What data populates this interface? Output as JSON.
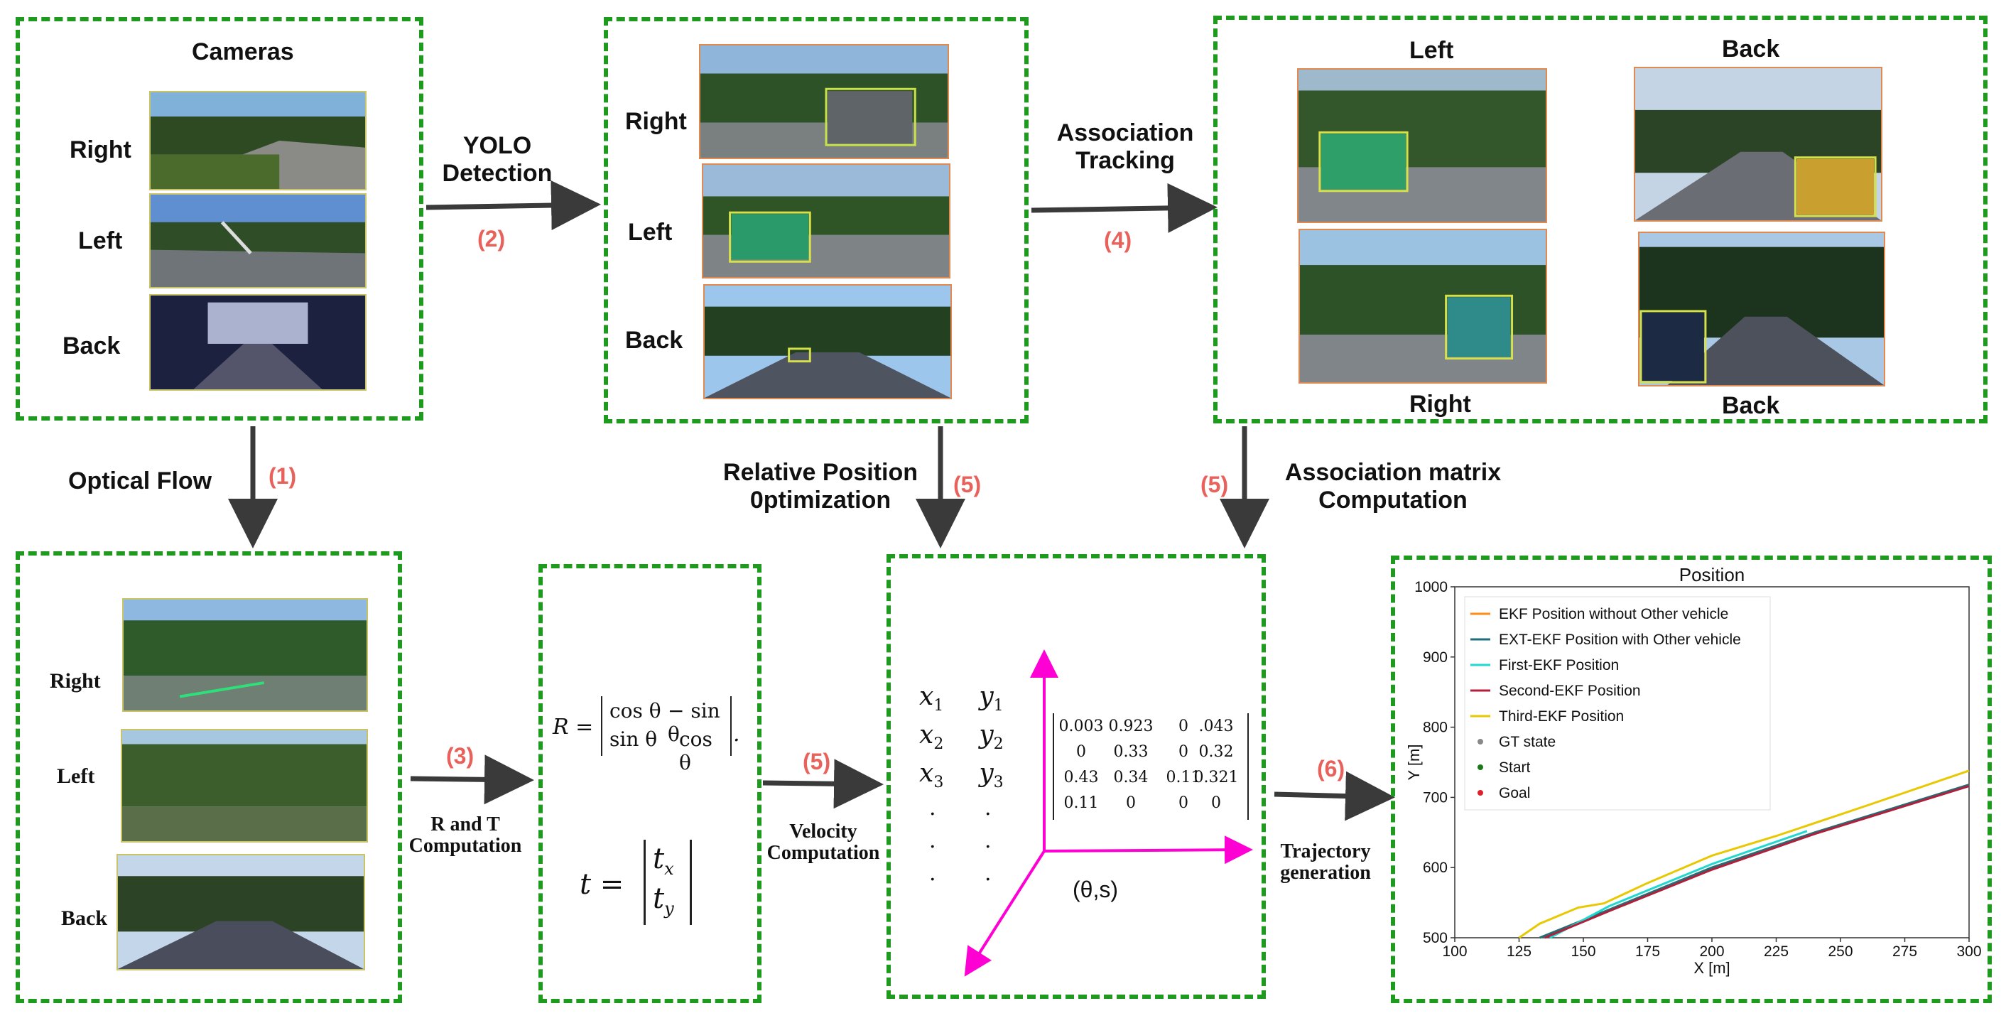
{
  "cameras": {
    "title": "Cameras",
    "right": "Right",
    "left": "Left",
    "back": "Back"
  },
  "yolo": {
    "right": "Right",
    "left": "Left",
    "back": "Back"
  },
  "assoc": {
    "left": "Left",
    "back_top": "Back",
    "right": "Right",
    "back_bottom": "Back"
  },
  "flow": {
    "right": "Right",
    "left": "Left",
    "back": "Back"
  },
  "edges": {
    "yolo_line1": "YOLO",
    "yolo_line2": "Detection",
    "yolo_step": "(2)",
    "assoc_line1": "Association",
    "assoc_line2": "Tracking",
    "assoc_step": "(4)",
    "optical": "Optical  Flow",
    "optical_step": "(1)",
    "relpos_line1": "Relative Position",
    "relpos_line2": "0ptimization",
    "relpos_step": "(5)",
    "matrix_line1": "Association matrix",
    "matrix_line2": "Computation",
    "matrix_step": "(5)",
    "rt_line1": "R  and  T",
    "rt_line2": "Computation",
    "rt_step": "(3)",
    "vel_line1": "Velocity",
    "vel_line2": "Computation",
    "vel_step": "(5)",
    "traj_line1": "Trajectory",
    "traj_line2": "generation",
    "traj_step": "(6)"
  },
  "equations": {
    "r_lhs": "R =",
    "r_m11": "cos θ",
    "r_m12": "− sin θ",
    "r_m21": "sin θ",
    "r_m22": "cos θ",
    "r_end": ".",
    "t_lhs": "t =",
    "t_1": "t",
    "t_1s": "x",
    "t_2": "t",
    "t_2s": "y"
  },
  "coords": {
    "rows": [
      [
        "x",
        "1",
        "y",
        "1"
      ],
      [
        "x",
        "2",
        "y",
        "2"
      ],
      [
        "x",
        "3",
        "y",
        "3"
      ]
    ],
    "dots": ".",
    "matrix": [
      [
        "0.003",
        "0.923",
        "0",
        ".043"
      ],
      [
        "0",
        "0.33",
        "0",
        "0.32"
      ],
      [
        "0.43",
        "0.34",
        "0.11",
        "0.321"
      ],
      [
        "0.11",
        "0",
        "0",
        "0"
      ]
    ],
    "axis_label": "(θ,s)",
    "axis_color": "#ff00d4"
  },
  "chart_data": {
    "type": "line",
    "title": "Position",
    "xlabel": "X [m]",
    "ylabel": "Y [m]",
    "xlim": [
      100,
      300
    ],
    "ylim": [
      500,
      1000
    ],
    "xticks": [
      100,
      125,
      150,
      175,
      200,
      225,
      250,
      275,
      300
    ],
    "yticks": [
      500,
      600,
      700,
      800,
      900,
      1000
    ],
    "legend_position": "top-left",
    "grid": false,
    "series": [
      {
        "name": "EKF Position without Other vehicle",
        "color": "#ff8c1a",
        "x": [
          133,
          160,
          200,
          240,
          300
        ],
        "y": [
          500,
          540,
          600,
          650,
          718
        ]
      },
      {
        "name": "EXT-EKF Position with Other vehicle",
        "color": "#1f6f7a",
        "x": [
          133,
          160,
          200,
          240,
          300
        ],
        "y": [
          500,
          540,
          600,
          650,
          718
        ]
      },
      {
        "name": "First-EKF Position",
        "color": "#20d8d0",
        "x": [
          137,
          160,
          200,
          237
        ],
        "y": [
          500,
          545,
          605,
          652
        ]
      },
      {
        "name": "Second-EKF Position",
        "color": "#b0203a",
        "x": [
          135,
          160,
          200,
          240,
          300
        ],
        "y": [
          500,
          538,
          597,
          648,
          716
        ]
      },
      {
        "name": "Third-EKF Position",
        "color": "#e8c800",
        "x": [
          125,
          133,
          148,
          158,
          175,
          200,
          225,
          260,
          300
        ],
        "y": [
          500,
          520,
          543,
          549,
          578,
          617,
          645,
          688,
          738
        ]
      },
      {
        "name": "GT state",
        "color": "#888888",
        "marker": "dot",
        "x": [],
        "y": []
      },
      {
        "name": "Start",
        "color": "#1a7a1a",
        "marker": "dot",
        "x": [],
        "y": []
      },
      {
        "name": "Goal",
        "color": "#e0202a",
        "marker": "dot",
        "x": [],
        "y": []
      }
    ]
  }
}
